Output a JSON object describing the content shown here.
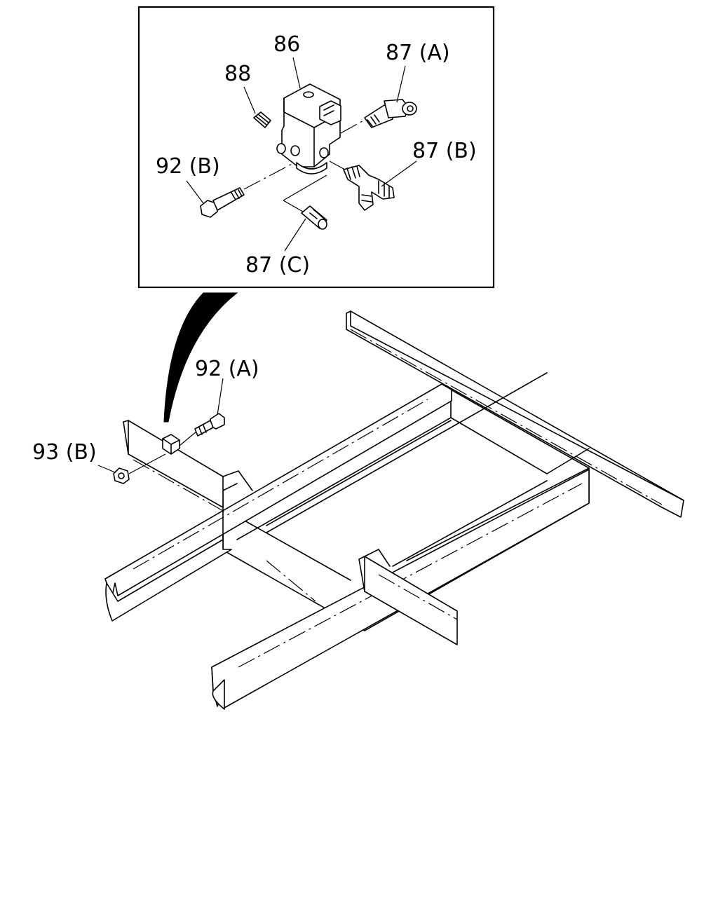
{
  "callouts": {
    "c86": "86",
    "c88": "88",
    "c87a": "87 (A)",
    "c87b": "87 (B)",
    "c87c": "87 (C)",
    "c92b": "92 (B)",
    "c92a": "92 (A)",
    "c93b": "93 (B)"
  },
  "colors": {
    "line": "#000000",
    "background": "#ffffff"
  }
}
